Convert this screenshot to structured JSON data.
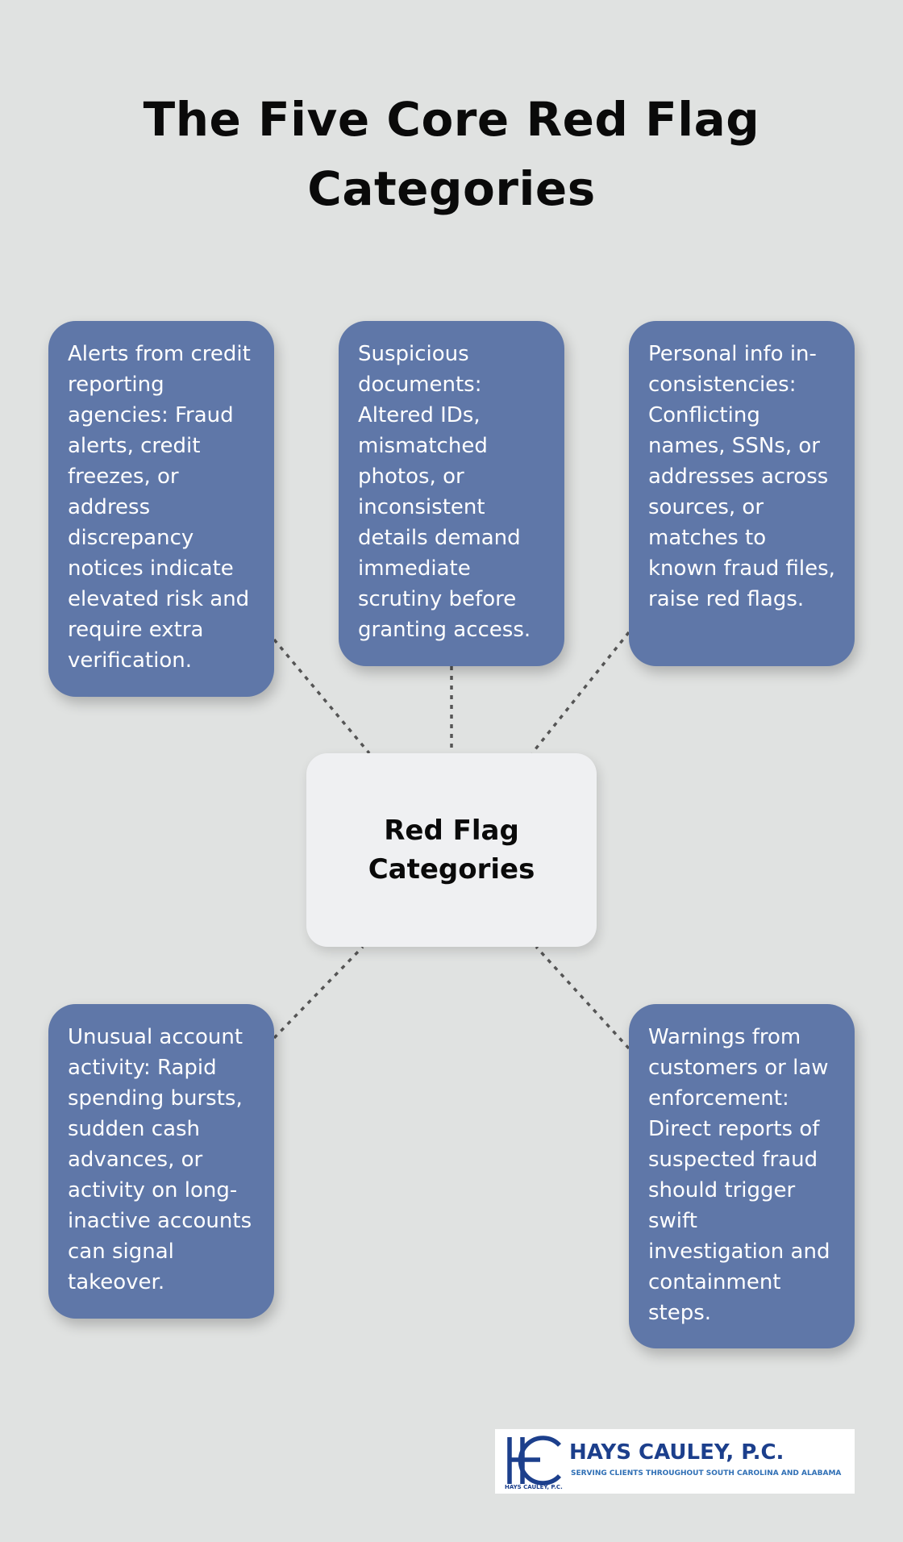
{
  "title": "The Five Core Red Flag Categories",
  "center": {
    "label": "Red Flag Categories"
  },
  "categories": [
    {
      "text": "Alerts from credit reporting agencies: Fraud alerts, credit freezes, or address discrepancy notices indicate elevated risk and require extra verification."
    },
    {
      "text": "Suspicious documents: Altered IDs, mismatched photos, or inconsistent details demand immediate scrutiny before granting access."
    },
    {
      "text": "Personal info in-consistencies: Conflicting names, SSNs, or addresses across sources, or matches to known fraud files, raise red flags."
    },
    {
      "text": "Unusual account activity: Rapid spending bursts, sudden cash advances, or activity on long-inactive accounts can signal takeover."
    },
    {
      "text": "Warnings from customers or law enforcement: Direct reports of suspected fraud should trigger swift investigation and containment steps."
    }
  ],
  "logo": {
    "name": "HAYS CAULEY, P.C.",
    "tagline": "SERVING CLIENTS THROUGHOUT SOUTH CAROLINA AND ALABAMA",
    "small": "HAYS CAULEY, P.C."
  },
  "colors": {
    "background": "#e0e2e1",
    "card": "#5f77a8",
    "center": "#eff0f2",
    "connector": "#555555",
    "logo_blue": "#1c3f8c"
  }
}
